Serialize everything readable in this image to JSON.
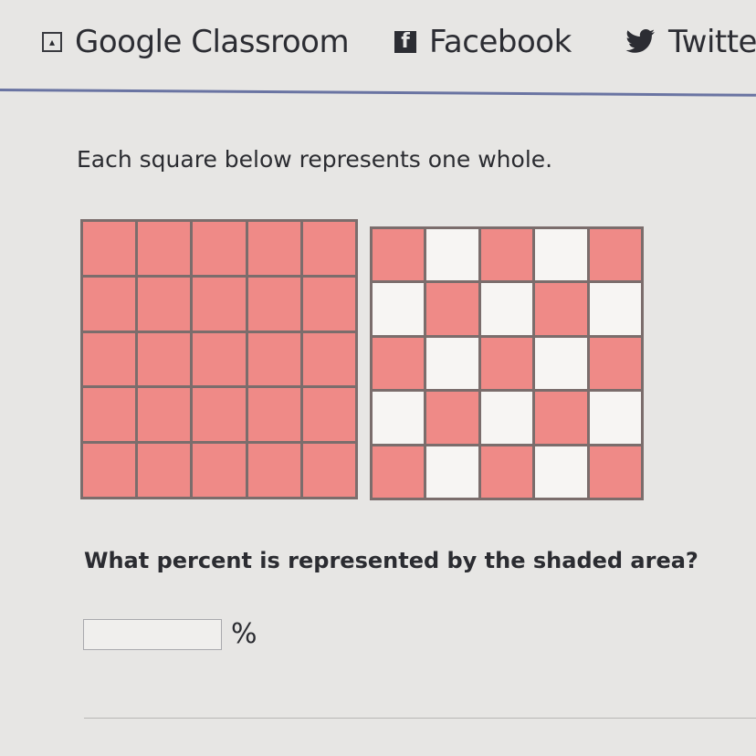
{
  "share_bar": {
    "google_classroom": {
      "label": "Google Classroom",
      "icon": "google-classroom-icon"
    },
    "facebook": {
      "label": "Facebook",
      "icon": "facebook-icon"
    },
    "twitter": {
      "label": "Twitte",
      "icon": "twitter-bird-icon"
    }
  },
  "problem": {
    "prompt": "Each square below represents one whole.",
    "question": "What percent is represented by the shaded area?"
  },
  "grids": {
    "left": {
      "rows": 5,
      "cols": 5,
      "shaded": [
        [
          1,
          1,
          1,
          1,
          1
        ],
        [
          1,
          1,
          1,
          1,
          1
        ],
        [
          1,
          1,
          1,
          1,
          1
        ],
        [
          1,
          1,
          1,
          1,
          1
        ],
        [
          1,
          1,
          1,
          1,
          1
        ]
      ]
    },
    "right": {
      "rows": 5,
      "cols": 5,
      "shaded": [
        [
          1,
          0,
          1,
          0,
          1
        ],
        [
          0,
          1,
          0,
          1,
          0
        ],
        [
          1,
          0,
          1,
          0,
          1
        ],
        [
          0,
          1,
          0,
          1,
          0
        ],
        [
          1,
          0,
          1,
          0,
          1
        ]
      ]
    }
  },
  "answer": {
    "value": "",
    "unit": "%"
  },
  "colors": {
    "shaded": "#ef8a87",
    "unshaded": "#f7f5f3",
    "grid_line": "#7b6d6c",
    "divider": "#6a74a2"
  }
}
